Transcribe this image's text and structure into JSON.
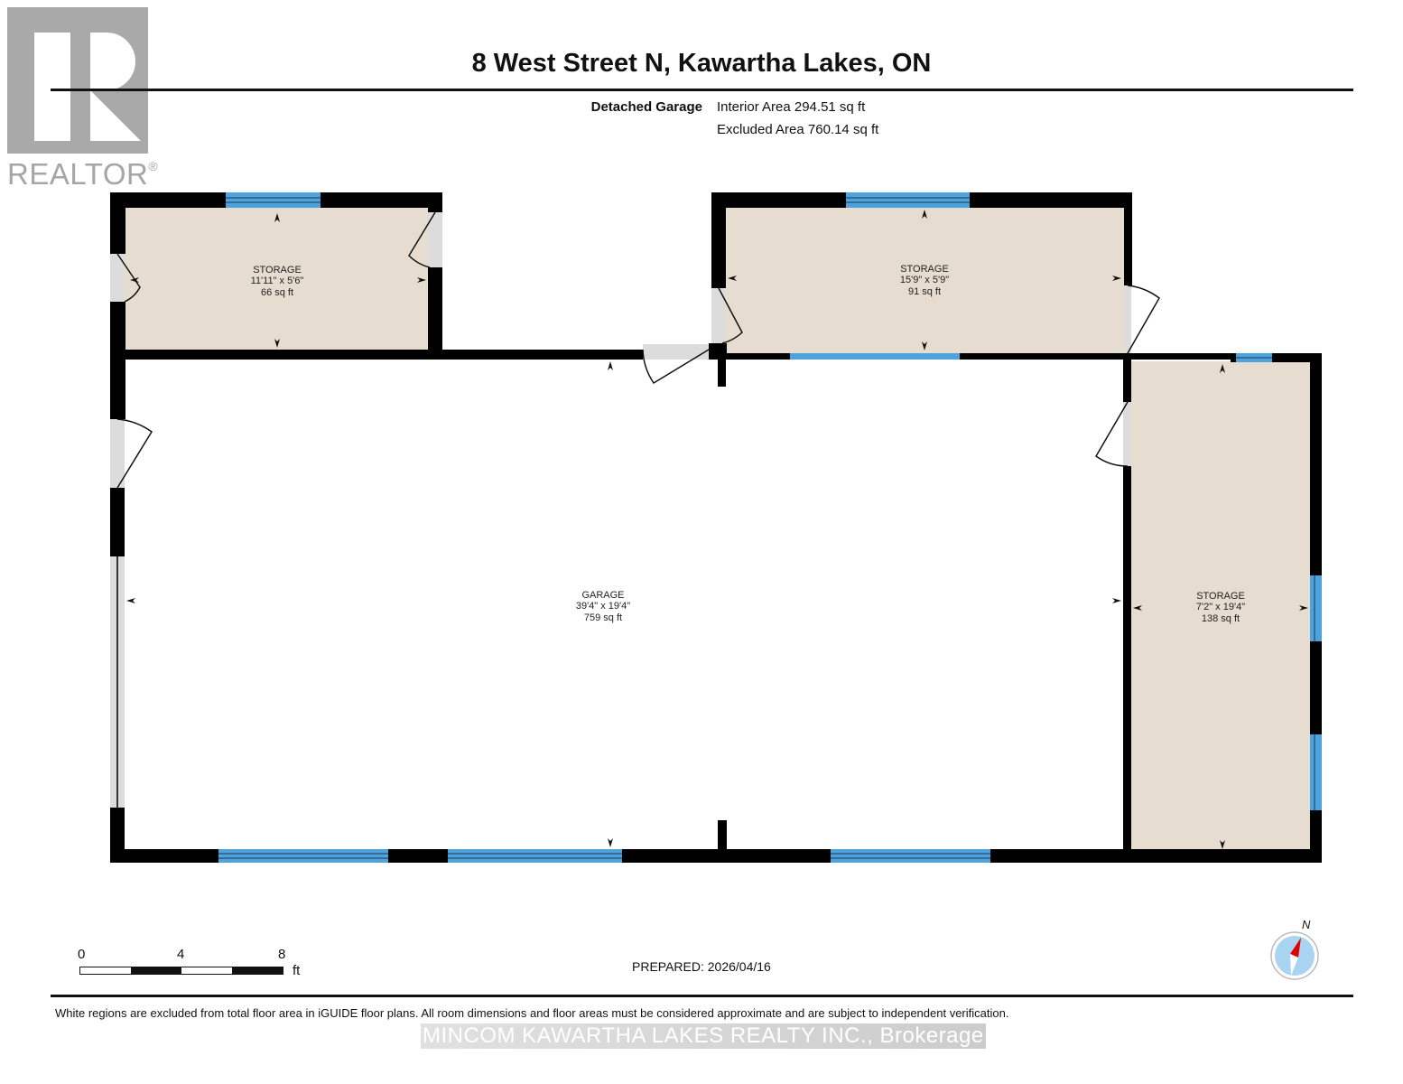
{
  "logo": {
    "brand": "REALTOR",
    "mark": "®",
    "icon": "realtor-r-logo-icon"
  },
  "header": {
    "title": "8 West Street N, Kawartha Lakes, ON",
    "building": "Detached Garage",
    "interior_area": "Interior Area 294.51 sq ft",
    "excluded_area": "Excluded Area 760.14 sq ft"
  },
  "rooms": [
    {
      "name": "STORAGE",
      "dims": "11'11\" x 5'6\"",
      "area": "66 sq ft",
      "fill": "#e6ddd0"
    },
    {
      "name": "STORAGE",
      "dims": "15'9\" x 5'9\"",
      "area": "91 sq ft",
      "fill": "#e6ddd0"
    },
    {
      "name": "GARAGE",
      "dims": "39'4\" x 19'4\"",
      "area": "759 sq ft",
      "fill": "#ffffff"
    },
    {
      "name": "STORAGE",
      "dims": "7'2\" x 19'4\"",
      "area": "138 sq ft",
      "fill": "#e6ddd0"
    }
  ],
  "colors": {
    "wall": "#000000",
    "window": "#4ea3dc",
    "door_gap": "#dcdcdc",
    "storage_fill": "#e6ddd0"
  },
  "scale": {
    "labels": [
      "0",
      "4",
      "8"
    ],
    "unit": "ft"
  },
  "prepared": "PREPARED: 2026/04/16",
  "compass": {
    "label": "N",
    "icon": "north-compass-icon"
  },
  "footer": {
    "disclaimer": "White regions are excluded from total floor area in iGUIDE floor plans. All room dimensions and floor areas must be considered approximate and are subject to independent verification.",
    "watermark": "MINCOM KAWARTHA LAKES REALTY INC., Brokerage"
  }
}
